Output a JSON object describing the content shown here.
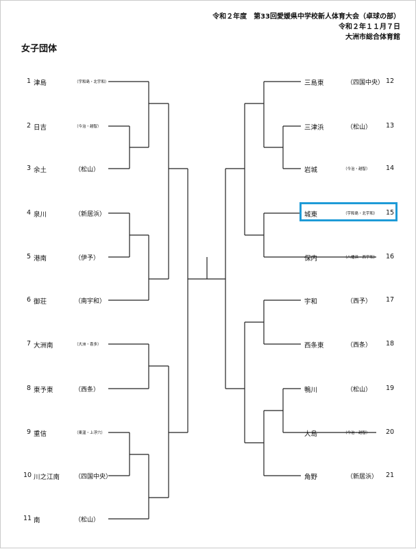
{
  "header": {
    "line1": "令和２年度　第33回愛媛県中学校新人体育大会（卓球の部）",
    "line2": "令和２年１１月７日",
    "line3": "大洲市総合体育館"
  },
  "title": "女子団体",
  "left_teams": [
    {
      "num": "1",
      "name": "津島",
      "pref": "（宇和島・北宇和）",
      "size": "small"
    },
    {
      "num": "2",
      "name": "日吉",
      "pref": "（今治・越智）",
      "size": "small"
    },
    {
      "num": "3",
      "name": "余土",
      "pref": "（松山）",
      "size": "large"
    },
    {
      "num": "4",
      "name": "泉川",
      "pref": "（新居浜）",
      "size": "large"
    },
    {
      "num": "5",
      "name": "港南",
      "pref": "（伊予）",
      "size": "large"
    },
    {
      "num": "6",
      "name": "御荘",
      "pref": "（南宇和）",
      "size": "large"
    },
    {
      "num": "7",
      "name": "大洲南",
      "pref": "（大洲・喜多）",
      "size": "small"
    },
    {
      "num": "8",
      "name": "東予東",
      "pref": "（西条）",
      "size": "large"
    },
    {
      "num": "9",
      "name": "重信",
      "pref": "（東温・上浮穴）",
      "size": "small"
    },
    {
      "num": "10",
      "name": "川之江南",
      "pref": "（四国中央）",
      "size": "large"
    },
    {
      "num": "11",
      "name": "南",
      "pref": "（松山）",
      "size": "large"
    }
  ],
  "right_teams": [
    {
      "num": "12",
      "name": "三島東",
      "pref": "（四国中央）",
      "size": "large"
    },
    {
      "num": "13",
      "name": "三津浜",
      "pref": "（松山）",
      "size": "large"
    },
    {
      "num": "14",
      "name": "岩城",
      "pref": "（今治・越智）",
      "size": "small"
    },
    {
      "num": "15",
      "name": "城東",
      "pref": "（宇和島・北宇和）",
      "size": "small"
    },
    {
      "num": "16",
      "name": "保内",
      "pref": "（八幡浜・西宇和）",
      "size": "small"
    },
    {
      "num": "17",
      "name": "宇和",
      "pref": "（西予）",
      "size": "large"
    },
    {
      "num": "18",
      "name": "西条東",
      "pref": "（西条）",
      "size": "large"
    },
    {
      "num": "19",
      "name": "鴨川",
      "pref": "（松山）",
      "size": "large"
    },
    {
      "num": "20",
      "name": "大島",
      "pref": "（今治・越智）",
      "size": "small"
    },
    {
      "num": "21",
      "name": "角野",
      "pref": "（新居浜）",
      "size": "large"
    }
  ],
  "colors": {
    "highlight": "#1e9bd7",
    "lines": "#222222"
  }
}
